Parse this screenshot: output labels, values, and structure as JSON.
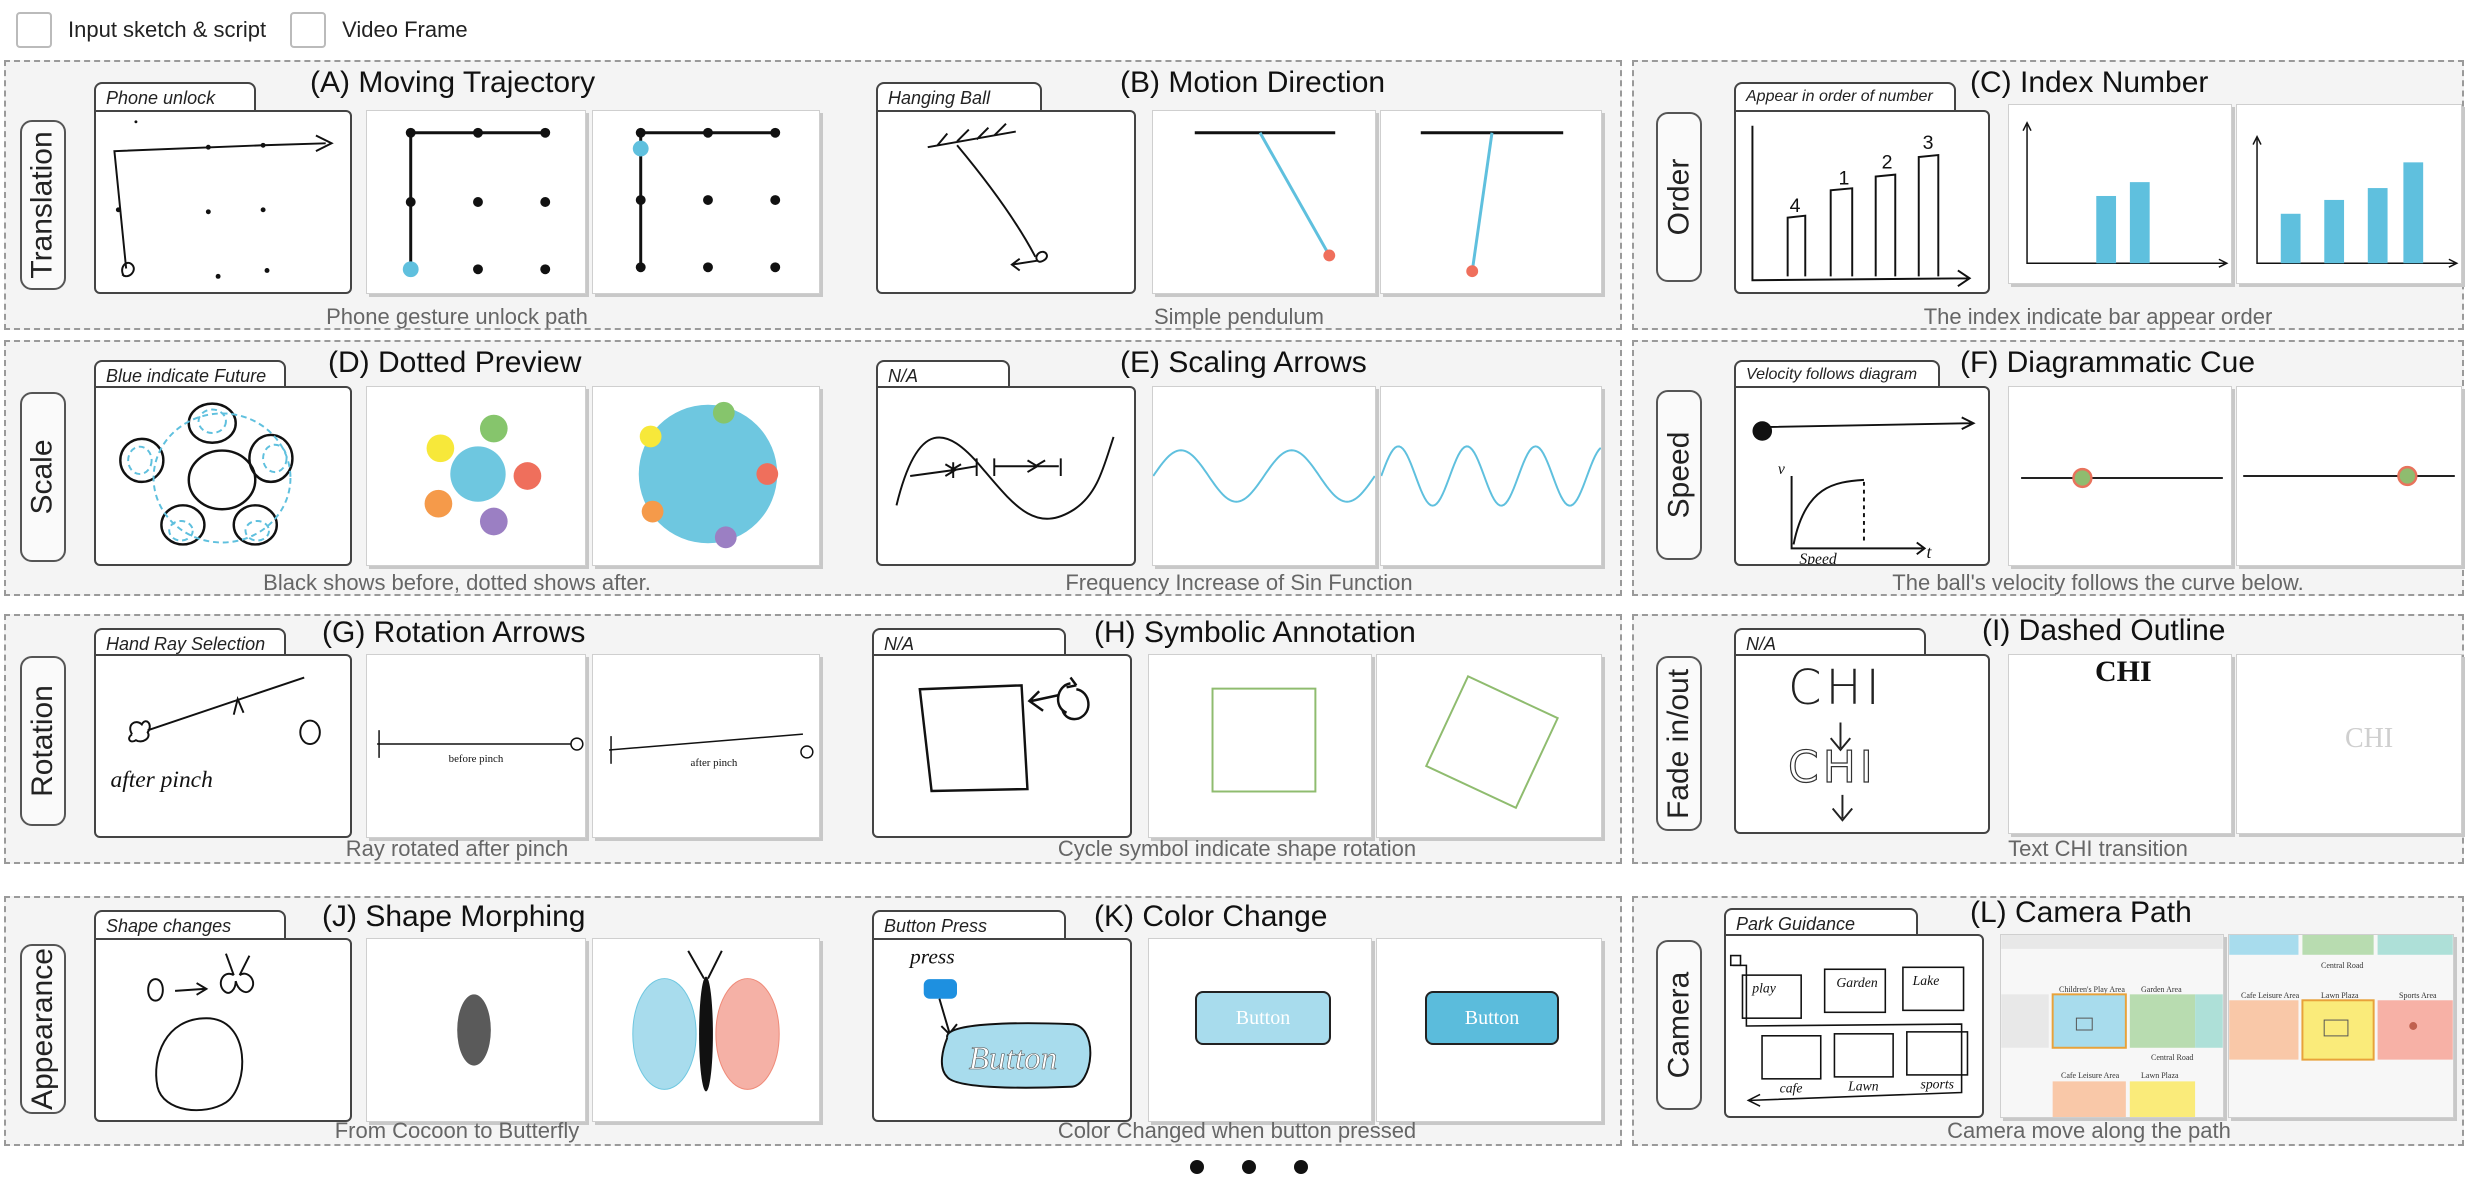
{
  "legend": {
    "sketch_label": "Input sketch & script",
    "video_label": "Video Frame"
  },
  "rows": {
    "translation": "Translation",
    "order": "Order",
    "scale": "Scale",
    "speed": "Speed",
    "rotation": "Rotation",
    "fade": "Fade in/out",
    "appearance": "Appearance",
    "camera": "Camera"
  },
  "panels": {
    "A": {
      "title": "(A) Moving Trajectory",
      "tab": "Phone unlock",
      "caption": "Phone gesture unlock path"
    },
    "B": {
      "title": "(B) Motion Direction",
      "tab": "Hanging Ball",
      "caption": "Simple pendulum"
    },
    "C": {
      "title": "(C) Index Number",
      "tab": "Appear in order of number",
      "caption": "The index indicate bar appear order",
      "sketch_numbers": [
        "4",
        "1",
        "2",
        "3"
      ]
    },
    "D": {
      "title": "(D) Dotted Preview",
      "tab": "Blue indicate Future",
      "caption": "Black shows before, dotted shows after."
    },
    "E": {
      "title": "(E) Scaling Arrows",
      "tab": "N/A",
      "caption": "Frequency Increase of Sin Function"
    },
    "F": {
      "title": "(F) Diagrammatic Cue",
      "tab": "Velocity follows diagram",
      "caption": "The ball's velocity follows the curve below.",
      "axis_v": "v",
      "axis_t": "t",
      "axis_label": "Speed"
    },
    "G": {
      "title": "(G) Rotation Arrows",
      "tab": "Hand Ray Selection",
      "caption": "Ray rotated after pinch",
      "sketch_note": "after pinch",
      "frame1_label": "before pinch",
      "frame2_label": "after pinch"
    },
    "H": {
      "title": "(H) Symbolic Annotation",
      "tab": "N/A",
      "caption": "Cycle symbol indicate shape rotation"
    },
    "I": {
      "title": "(I) Dashed Outline",
      "tab": "N/A",
      "caption": "Text CHI transition",
      "text": "CHI"
    },
    "J": {
      "title": "(J) Shape Morphing",
      "tab": "Shape changes",
      "caption": "From Cocoon to Butterfly"
    },
    "K": {
      "title": "(K) Color Change",
      "tab": "Button Press",
      "caption": "Color Changed when button pressed",
      "sketch_press": "press",
      "sketch_button": "Button",
      "button_label": "Button"
    },
    "L": {
      "title": "(L) Camera Path",
      "tab": "Park Guidance",
      "caption": "Camera move along the path",
      "sketch_labels": {
        "play": "play",
        "garden": "Garden",
        "lake": "Lake",
        "cafe": "cafe",
        "lawn": "Lawn",
        "sports": "sports"
      },
      "map_labels": {
        "play": "Children's Play Area",
        "garden": "Garden Area",
        "central": "Central Road",
        "cafe": "Cafe Leisure Area",
        "lawn": "Lawn Plaza",
        "sports": "Sports Area"
      }
    }
  },
  "colors": {
    "blue": "#5fc0de",
    "light_blue": "#a8dced",
    "red": "#ef6f5c",
    "green": "#8fbc6f",
    "ball": "#e8735c"
  }
}
